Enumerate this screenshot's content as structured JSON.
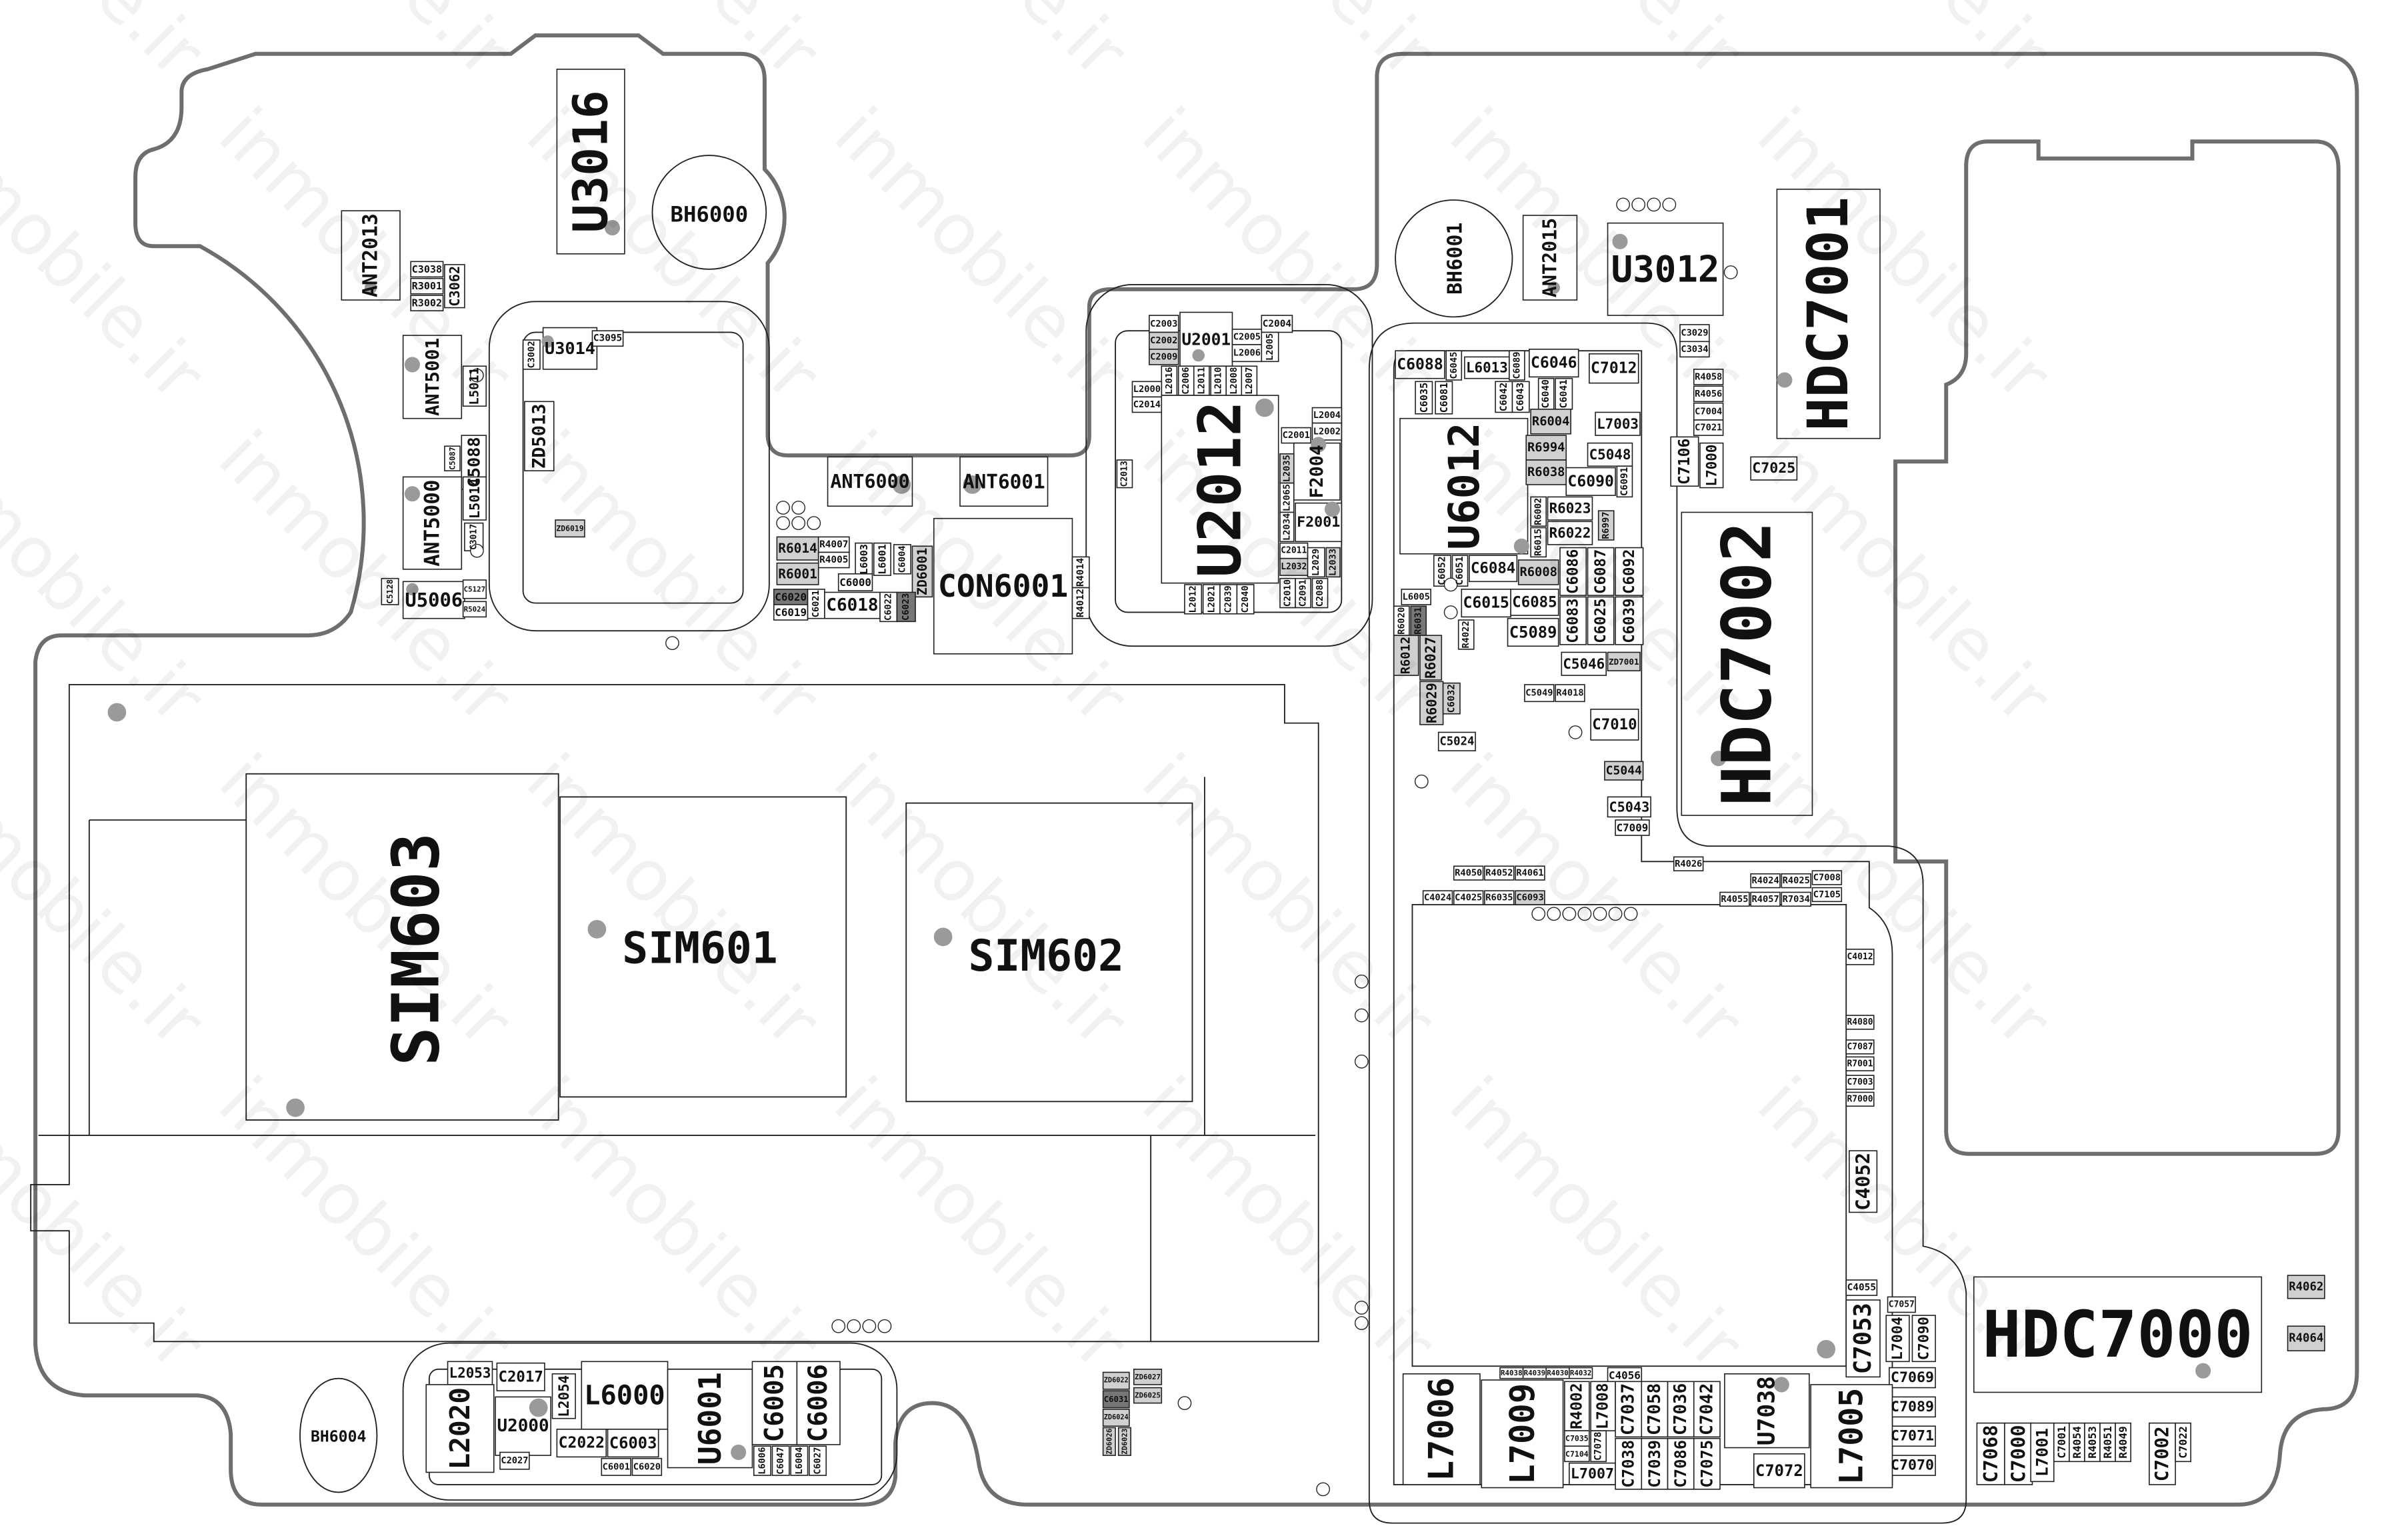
{
  "watermark": "inmobile.ir",
  "holes": [
    "BH6000",
    "BH6001",
    "BH6004"
  ],
  "sim_slots": [
    "SIM603",
    "SIM601",
    "SIM602"
  ],
  "colors": {
    "outline": "#6e6e6e",
    "pad_light": "#d0d0d0",
    "pad_dark": "#777777",
    "pin1_dot": "#9a9a9a"
  },
  "components": [
    "U3016",
    "ANT2013",
    "C3038",
    "R3001",
    "R3002",
    "C3062",
    "ANT5001",
    "L5011",
    "C5087",
    "C5088",
    "ANT5000",
    "L5014",
    "C3017",
    "C5128",
    "U5006",
    "C5127",
    "R5024",
    "U3014",
    "C3095",
    "C3002",
    "ZD5013",
    "ZD6019",
    "ANT6000",
    "ANT6001",
    "R6014",
    "R4007",
    "R4005",
    "R6001",
    "L6003",
    "L6001",
    "C6004",
    "ZD6001",
    "C6000",
    "C6020",
    "C6019",
    "C6021",
    "C6018",
    "C6022",
    "C6023",
    "CON6001",
    "R4014",
    "R4012",
    "U2001",
    "C2003",
    "C2002",
    "C2009",
    "C2005",
    "L2006",
    "C2004",
    "L2005",
    "L2016",
    "C2006",
    "L2011",
    "L2010",
    "L2008",
    "L2007",
    "L2000",
    "C2014",
    "U2012",
    "C2013",
    "L2004",
    "L2002",
    "C2001",
    "F2004",
    "L2035",
    "L2065",
    "L2034",
    "F2001",
    "C2011",
    "L2032",
    "L2029",
    "L2033",
    "C2010",
    "C2091",
    "C2088",
    "L2012",
    "L2021",
    "C2039",
    "C2040",
    "U6012",
    "C6088",
    "C6045",
    "L6013",
    "C6089",
    "C6046",
    "C7012",
    "C6035",
    "C6081",
    "C6042",
    "C6043",
    "C6040",
    "C6041",
    "R6004",
    "L7003",
    "R6994",
    "R6038",
    "C5048",
    "C6090",
    "C6091",
    "R6002",
    "R6015",
    "R6023",
    "R6022",
    "R6997",
    "C6086",
    "C6087",
    "C6092",
    "C6083",
    "C6025",
    "C6039",
    "C6052",
    "C6051",
    "C6084",
    "R6008",
    "L6005",
    "C6015",
    "C6085",
    "R6020",
    "R6031",
    "R4022",
    "C5089",
    "R6012",
    "R6027",
    "C5046",
    "ZD7001",
    "R6029",
    "C6032",
    "C5049",
    "R4018",
    "C7010",
    "C3029",
    "C3034",
    "R4058",
    "R4056",
    "C7004",
    "C7021",
    "C7106",
    "L7000",
    "C7025",
    "U3012",
    "ANT2015",
    "HDC7001",
    "HDC7002",
    "HDC7000",
    "R4062",
    "R4064",
    "C5024",
    "C5044",
    "C5043",
    "C7009",
    "R4050",
    "R4052",
    "R4061",
    "C4024",
    "C4025",
    "R6035",
    "C6093",
    "R4026",
    "R4024",
    "R4025",
    "C7008",
    "R4055",
    "R4057",
    "R7034",
    "C7105",
    "C4012",
    "R4080",
    "C7087",
    "R7001",
    "C7003",
    "R7000",
    "C4052",
    "C4055",
    "C7053",
    "C7057",
    "L7004",
    "C7090",
    "C7069",
    "C7089",
    "C7071",
    "C7070",
    "L7006",
    "L7009",
    "R4038",
    "R4039",
    "R4030",
    "R4032",
    "C4056",
    "R4002",
    "L7008",
    "C7037",
    "C7058",
    "C7036",
    "C7042",
    "C7035",
    "C7104",
    "C7078",
    "L7007",
    "C7038",
    "C7039",
    "C7086",
    "C7075",
    "U7038",
    "C7072",
    "L7005",
    "C7068",
    "C7000",
    "L7001",
    "C7001",
    "R4054",
    "R4053",
    "R4051",
    "R4049",
    "C7002",
    "C7022",
    "L2053",
    "C2017",
    "L2020",
    "L2054",
    "U2000",
    "L6000",
    "C2022",
    "C6003",
    "C2027",
    "C6001",
    "C6020",
    "U6001",
    "C6005",
    "C6006",
    "L6006",
    "C6047",
    "L6004",
    "C6027",
    "ZD6022",
    "C6031",
    "ZD6024",
    "ZD6026",
    "ZD6023",
    "ZD6027",
    "ZD6025"
  ]
}
